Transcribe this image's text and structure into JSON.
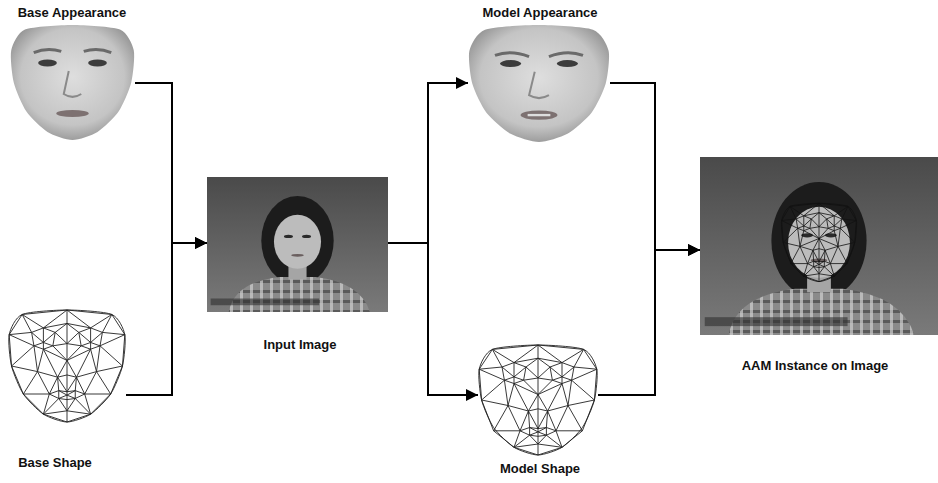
{
  "diagram": {
    "nodes": [
      {
        "text": [
          "Base Appearance"
        ]
      },
      {
        "text": [
          "Base Shape"
        ]
      },
      {
        "text": [
          "Input Image"
        ]
      },
      {
        "text": [
          "Model Appearance"
        ]
      },
      {
        "text": [
          "Model Shape"
        ]
      },
      {
        "text": [
          "AAM Instance on Image"
        ]
      }
    ],
    "edges": [
      {
        "from": 0,
        "to": 2,
        "arrow": "to"
      },
      {
        "from": 1,
        "to": 2,
        "arrow": "to"
      },
      {
        "from": 2,
        "to": 3,
        "arrow": "to"
      },
      {
        "from": 2,
        "to": 4,
        "arrow": "to"
      },
      {
        "from": 3,
        "to": 5,
        "arrow": "to"
      },
      {
        "from": 4,
        "to": 5,
        "arrow": "to"
      }
    ]
  }
}
